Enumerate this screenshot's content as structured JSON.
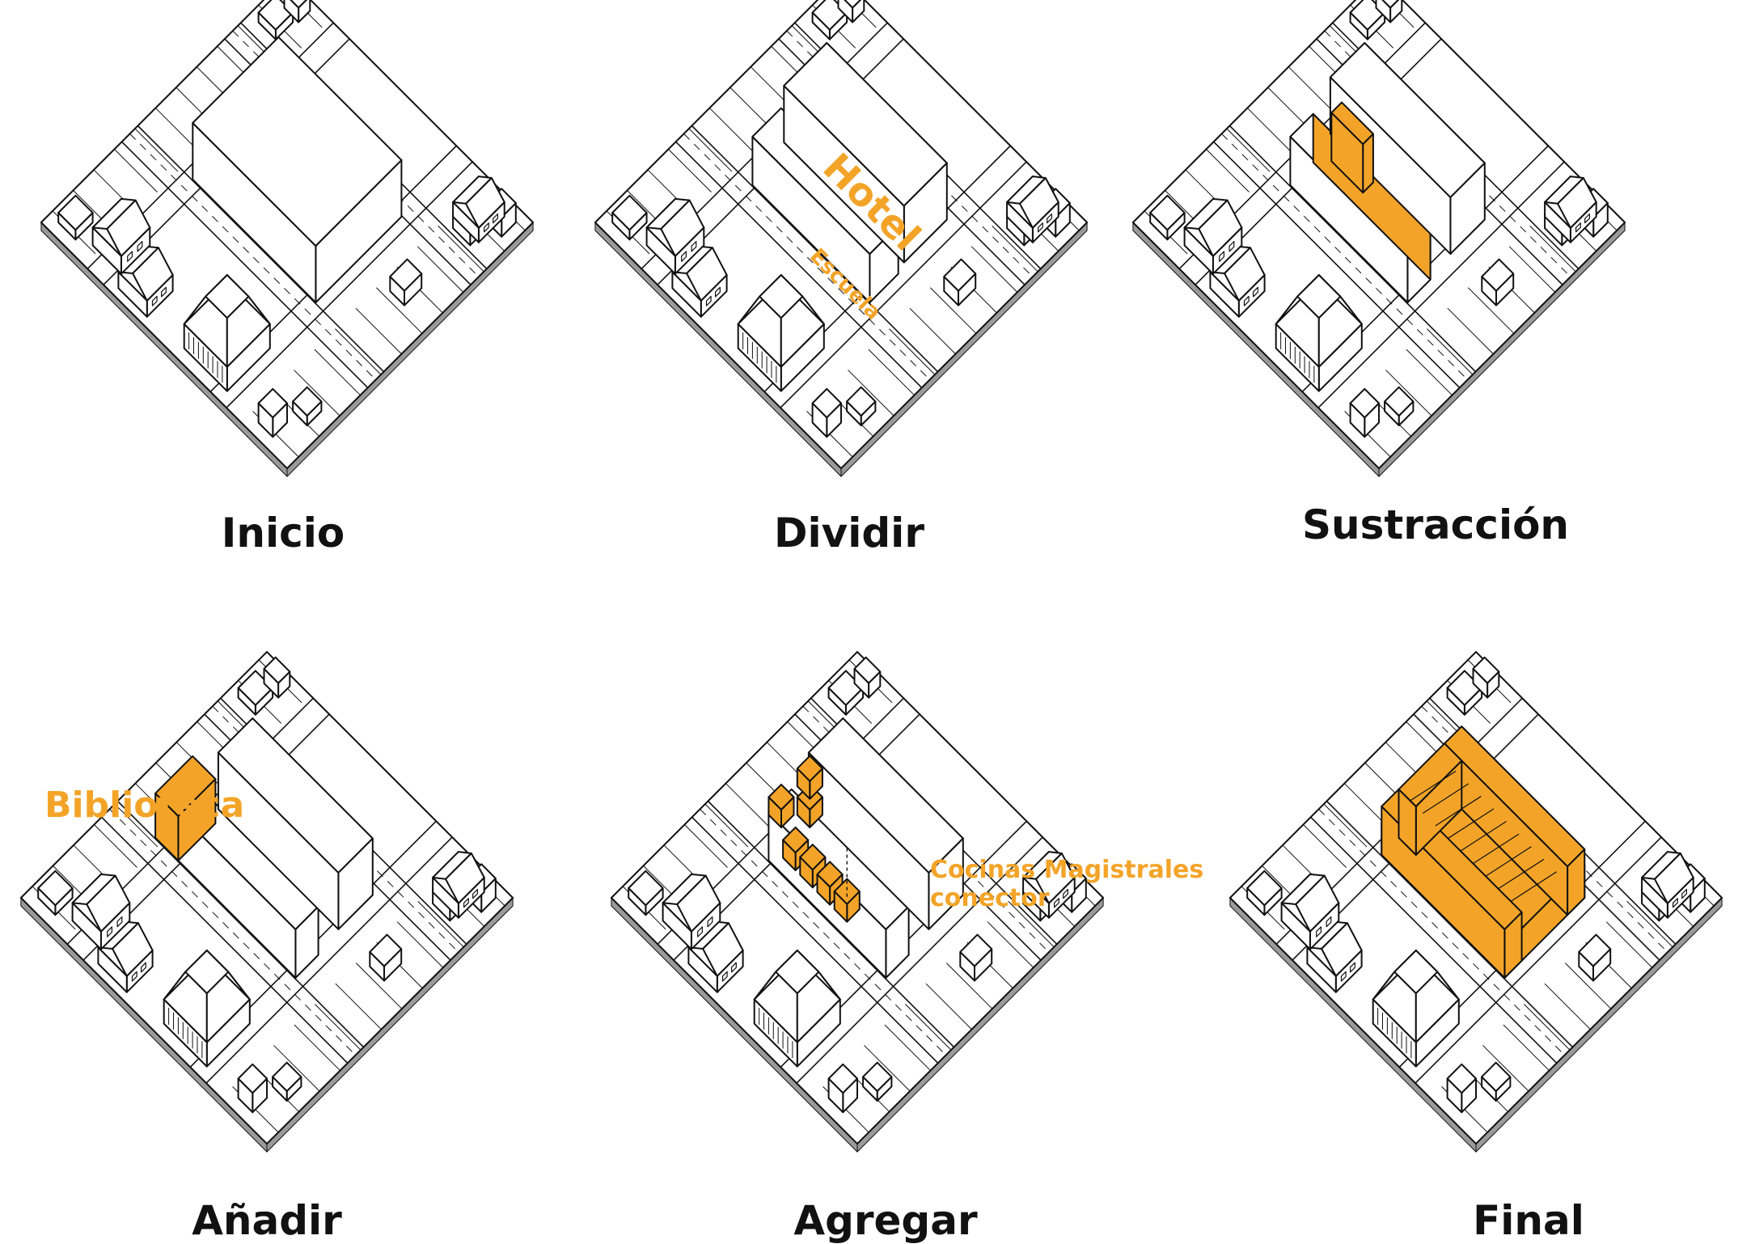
{
  "colors": {
    "accent": "#f3a428",
    "line": "#111111",
    "ground": "#9a9a9a"
  },
  "panels": [
    {
      "caption": "Inicio",
      "labels": []
    },
    {
      "caption": "Dividir",
      "labels": [
        {
          "text": "Hotel"
        },
        {
          "text": "Escuela"
        }
      ]
    },
    {
      "caption": "Sustracción",
      "labels": []
    },
    {
      "caption": "Añadir",
      "labels": [
        {
          "text": "Biblioteca"
        }
      ]
    },
    {
      "caption": "Agregar",
      "labels": [
        {
          "text": "Cocinas Magistrales"
        },
        {
          "text": "conector"
        }
      ]
    },
    {
      "caption": "Final",
      "labels": []
    }
  ]
}
